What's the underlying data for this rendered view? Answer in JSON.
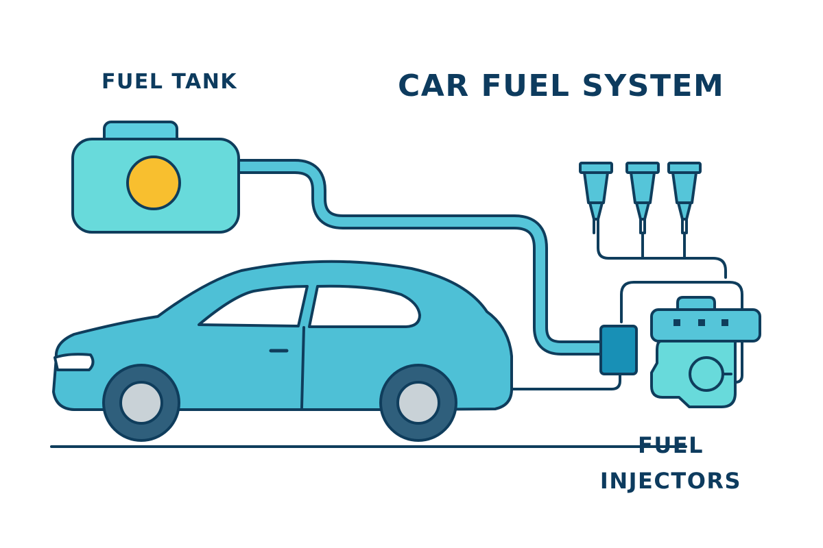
{
  "title": "CAR FUEL SYSTEM",
  "labels": {
    "fuel_tank": "FUEL TANK",
    "fuel_injectors_line1": "FUEL",
    "fuel_injectors_line2": "INJECTORS"
  },
  "colors": {
    "outline": "#0f3d5c",
    "text": "#0d3b5e",
    "car_body": "#4ec0d6",
    "tank_fill": "#68dadb",
    "fuel_line": "#55c5d9",
    "cap_yellow": "#f8bf2f",
    "filter_fill": "#1890b6",
    "wheel_tire": "#2f5f7c",
    "wheel_hub": "#c9d2d7",
    "window_fill": "#ffffff",
    "background": "#ffffff"
  },
  "icons": {
    "tank": "fuel-tank-icon",
    "car": "car-icon",
    "injectors": "fuel-injector-icon",
    "engine": "engine-icon",
    "filter": "fuel-filter-icon"
  }
}
